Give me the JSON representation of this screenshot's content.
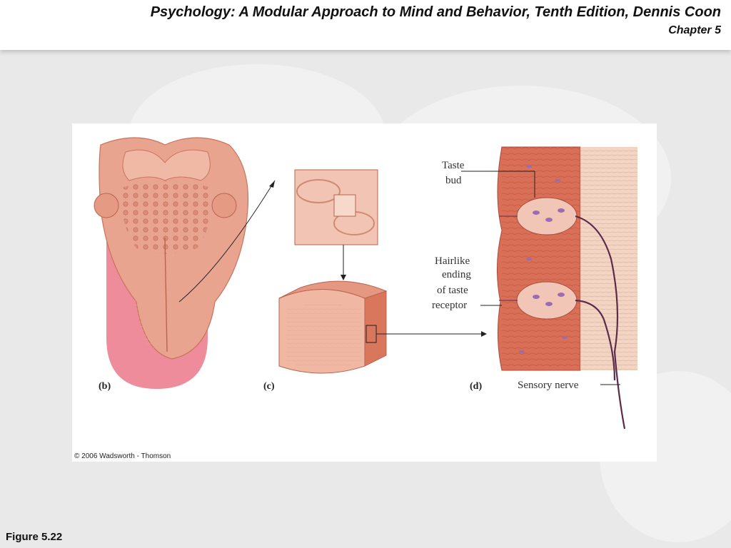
{
  "header": {
    "title": "Psychology: A Modular Approach to Mind and Behavior, Tenth Edition, Dennis Coon",
    "chapter": "Chapter 5"
  },
  "figure": {
    "panels": {
      "b": "(b)",
      "c": "(c)",
      "d": "(d)"
    },
    "labels": {
      "taste_bud": [
        "Taste",
        "bud"
      ],
      "hairlike_ending": [
        "Hairlike",
        "ending",
        "of taste",
        "receptor"
      ],
      "sensory_nerve": "Sensory nerve"
    },
    "copyright": "© 2006 Wadsworth - Thomson"
  },
  "caption": "Figure 5.22",
  "colors": {
    "tongue": "#e9a48f",
    "tongue_pink": "#ee8c9c",
    "tissue": "#d96f56",
    "nerve": "#5a2c4a"
  }
}
